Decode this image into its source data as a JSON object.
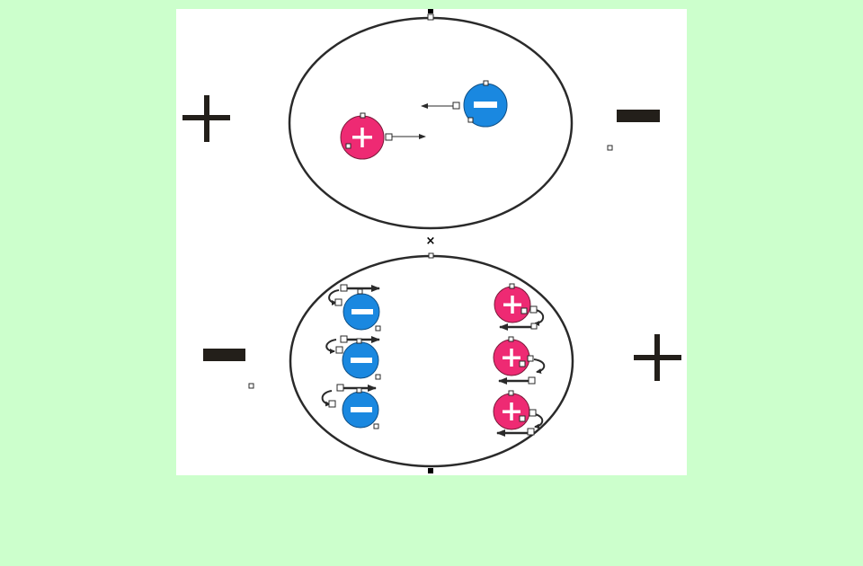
{
  "colors": {
    "page_background": "#ccffcc",
    "canvas": "#ffffff",
    "outline": "#2a2a2a",
    "positive_charge": "#ee2a73",
    "negative_charge": "#1a88e0",
    "electrode_sign": "#231f1a"
  },
  "icons": {
    "positive_charge": "plus-circle",
    "negative_charge": "minus-circle",
    "electrode_positive": "plus-sign",
    "electrode_negative": "minus-sign",
    "selection_handle": "small-square",
    "rotation_arrow": "curved-arrow",
    "center_marker": "x-mark"
  },
  "diagram": {
    "top_panel": {
      "left_electrode": "+",
      "right_electrode": "−",
      "charges": [
        "+",
        "−"
      ]
    },
    "bottom_panel": {
      "left_electrode": "−",
      "right_electrode": "+",
      "left_column_charges": [
        "−",
        "−",
        "−"
      ],
      "right_column_charges": [
        "+",
        "+",
        "+"
      ]
    }
  }
}
